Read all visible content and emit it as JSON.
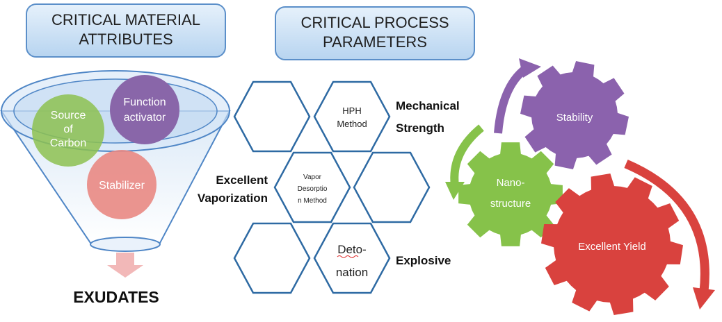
{
  "headers": {
    "material": [
      "CRITICAL MATERIAL",
      "ATTRIBUTES"
    ],
    "process": [
      "CRITICAL PROCESS",
      "PARAMETERS"
    ]
  },
  "funnel": {
    "circles": {
      "carbon": [
        "Source",
        "of",
        "Carbon"
      ],
      "function": [
        "Function",
        "activator"
      ],
      "stabilizer": "Stabilizer"
    },
    "output": "EXUDATES"
  },
  "hexagons": {
    "hph": [
      "HPH",
      "Method"
    ],
    "vapor": [
      "Vapor",
      "Desorptio",
      "n Method"
    ],
    "detonation": [
      "Deto-",
      "nation"
    ]
  },
  "side_labels": {
    "mechanical": [
      "Mechanical",
      "Strength"
    ],
    "vaporization": [
      "Excellent",
      "Vaporization"
    ],
    "explosive": "Explosive"
  },
  "gears": {
    "stability": "Stability",
    "nano": [
      "Nano-",
      "structure"
    ],
    "yield": "Excellent Yield"
  },
  "colors": {
    "header_fill": "#cde3f7",
    "header_border": "#5b8fc9",
    "funnel_outline": "#4f86c6",
    "carbon_green": "#8dc150",
    "function_purple": "#8966a9",
    "stabilizer_pink": "#e98883",
    "hex_outline": "#2e6aa3",
    "gear_purple": "#8b62ad",
    "gear_green": "#86c24a",
    "gear_red": "#d9423e",
    "arrow_down": "#f2b8b8"
  }
}
